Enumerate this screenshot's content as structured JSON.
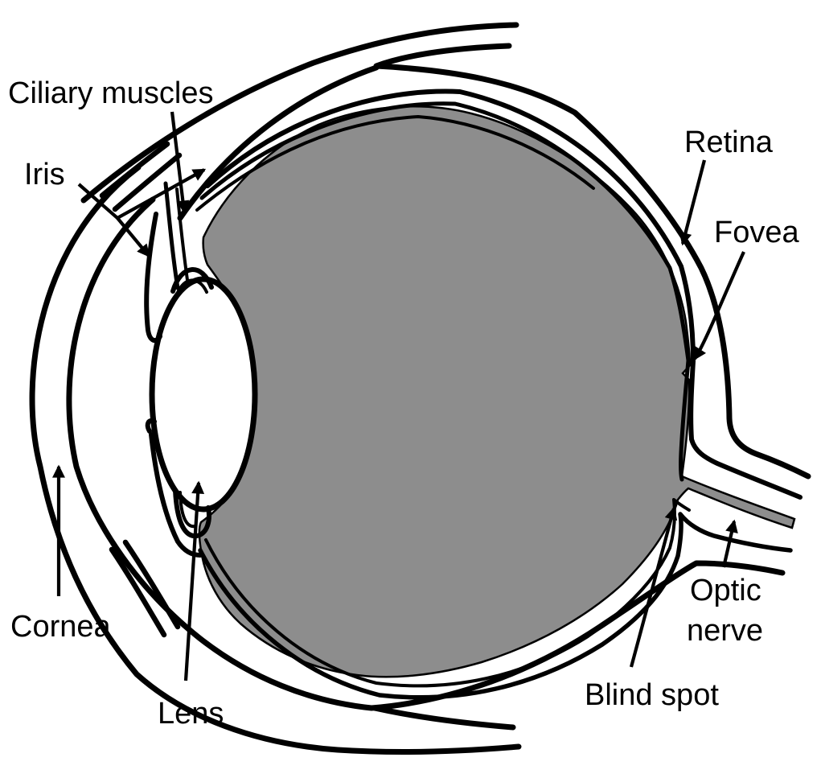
{
  "diagram": {
    "type": "anatomy-line-drawing",
    "subject": "human eye cross-section",
    "background_color": "#ffffff",
    "line_color": "#000000",
    "vitreous_fill_color": "#8d8d8d",
    "labels": {
      "ciliary_muscles": "Ciliary muscles",
      "iris": "Iris",
      "retina": "Retina",
      "fovea": "Fovea",
      "cornea": "Cornea",
      "lens": "Lens",
      "blind_spot": "Blind spot",
      "optic_nerve_line1": "Optic",
      "optic_nerve_line2": "nerve"
    }
  }
}
